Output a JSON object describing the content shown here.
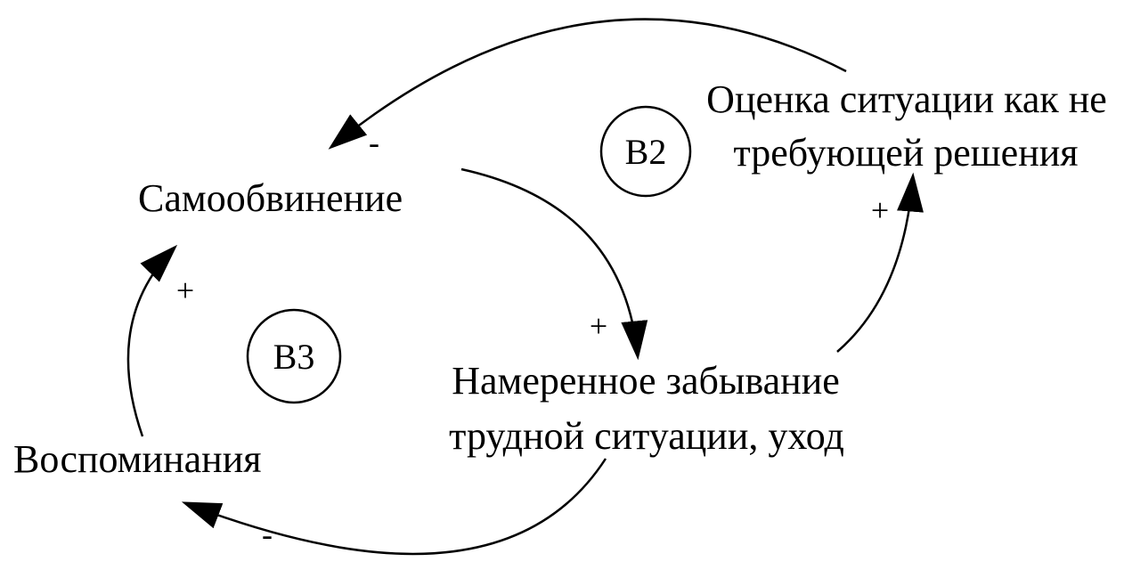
{
  "nodes": {
    "self_blame": "Самообвинение",
    "assessment_line1": "Оценка ситуации как не",
    "assessment_line2": "требующей решения",
    "forgetting_line1": "Намеренное забывание",
    "forgetting_line2": "трудной ситуации, уход",
    "memories": "Воспоминания"
  },
  "loops": {
    "b2": "B2",
    "b3": "B3"
  },
  "polarities": {
    "assessment_to_self_blame": "-",
    "forgetting_to_assessment": "+",
    "memories_to_self_blame": "+",
    "self_blame_to_forgetting": "+",
    "forgetting_to_memories": "-"
  }
}
